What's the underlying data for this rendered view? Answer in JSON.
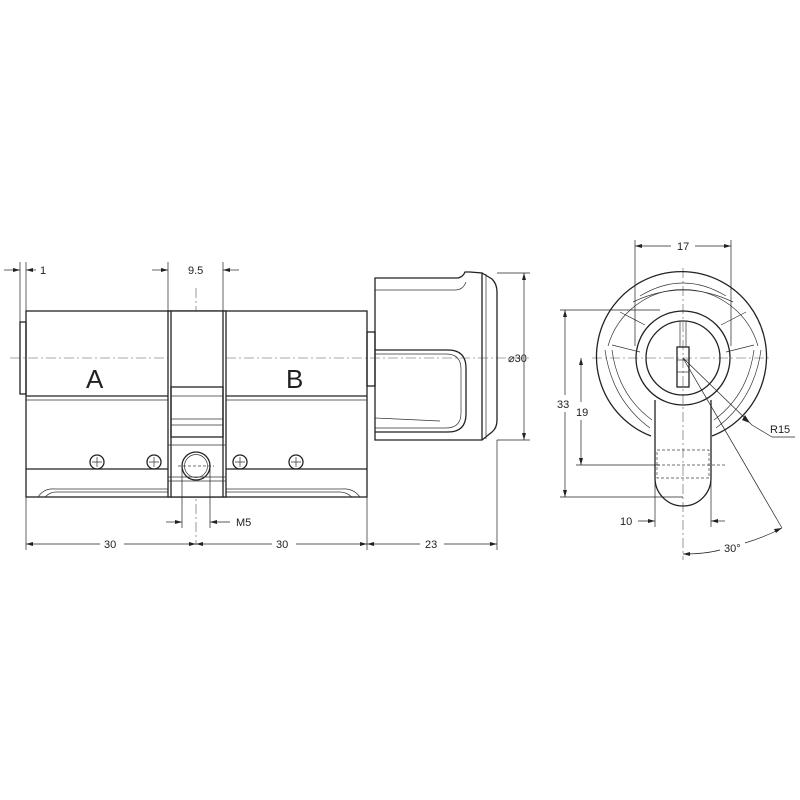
{
  "labels": {
    "side_a": "A",
    "side_b": "B",
    "dim_flange": "1",
    "dim_cam": "9.5",
    "dim_thread": "M5",
    "dim_a_length": "30",
    "dim_b_length": "30",
    "dim_knob_length": "23",
    "dim_knob_diameter": "⌀30",
    "dim_width_top": "17",
    "dim_height_total": "33",
    "dim_height_center": "19",
    "dim_radius": "R15",
    "dim_tab_width": "10",
    "dim_angle": "30°"
  }
}
